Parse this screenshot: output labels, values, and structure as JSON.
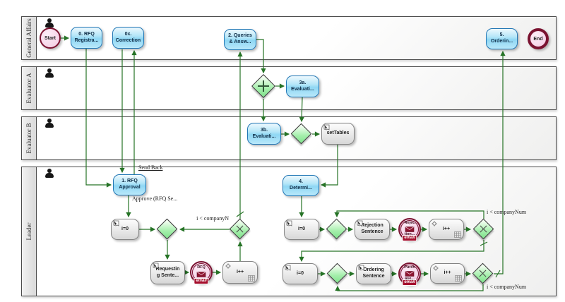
{
  "lanes": [
    {
      "label": "General Affairs"
    },
    {
      "label": "Evaluator A"
    },
    {
      "label": "Evaluator B"
    },
    {
      "label": "Leader"
    }
  ],
  "events": {
    "start": {
      "label": "Start"
    },
    "end": {
      "label": "End"
    },
    "rfq_email": {
      "line1": "RFQ",
      "line2": "",
      "badge": "email"
    },
    "rejection_email": {
      "line1": "Rejec",
      "line2": "tion...",
      "badge": "email"
    },
    "purchase_email": {
      "line1": "Purch",
      "line2": "ase...",
      "badge": "email"
    }
  },
  "tasks": {
    "t0": {
      "line1": "0. RFQ",
      "line2": "Registra..."
    },
    "t0x": {
      "line1": "0x.",
      "line2": "Correction"
    },
    "t2": {
      "line1": "2. Queries",
      "line2": "& Answ..."
    },
    "t5": {
      "line1": "5.",
      "line2": "Orderin..."
    },
    "t3a": {
      "line1": "3a.",
      "line2": "Evaluati..."
    },
    "t3b": {
      "line1": "3b.",
      "line2": "Evaluati..."
    },
    "set_tables": {
      "line1": "setTables",
      "line2": ""
    },
    "t1": {
      "line1": "1. RFQ",
      "line2": "Approval"
    },
    "t4": {
      "line1": "4.",
      "line2": "Determi..."
    },
    "r1_init": {
      "line1": "i=0",
      "line2": ""
    },
    "r1_req": {
      "line1": "Requestin",
      "line2": "g Sente..."
    },
    "r1_inc": {
      "line1": "i++",
      "line2": ""
    },
    "r2_init": {
      "line1": "i=0",
      "line2": ""
    },
    "r2_rej": {
      "line1": "Rejection",
      "line2": "Sentence"
    },
    "r2_inc": {
      "line1": "i++",
      "line2": ""
    },
    "r3_init": {
      "line1": "i=0",
      "line2": ""
    },
    "r3_ord": {
      "line1": "Ordering",
      "line2": "Sentence"
    },
    "r3_inc": {
      "line1": "i++",
      "line2": ""
    }
  },
  "labels": {
    "send_back": "Send Back",
    "approve": "Approve (RFQ Se...",
    "loop1": "i < companyN",
    "loop2": "i < companyNum",
    "loop3": "i < companyNum"
  },
  "colors": {
    "task_blue_border": "#2277b5",
    "flow_green": "#267326",
    "event_maroon": "#7a1230",
    "gateway_green": "#7fe28b",
    "email_badge_red": "#a50f2d"
  }
}
